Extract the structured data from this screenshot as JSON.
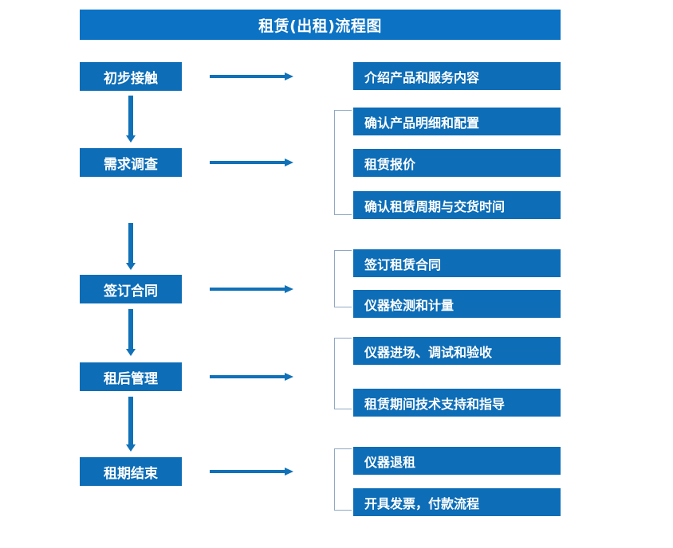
{
  "title": "租赁(出租)流程图",
  "colors": {
    "title_bar": "#0B72C4",
    "box": "#0D6DB7",
    "arrow": "#1071B8",
    "bracket": "#8FA9C4",
    "text": "#FFFFFF",
    "background": "#FFFFFF"
  },
  "stages": [
    {
      "label": "初步接触"
    },
    {
      "label": "需求调查"
    },
    {
      "label": "签订合同"
    },
    {
      "label": "租后管理"
    },
    {
      "label": "租期结束"
    }
  ],
  "details": [
    {
      "label": "介绍产品和服务内容"
    },
    {
      "label": "确认产品明细和配置"
    },
    {
      "label": "租赁报价"
    },
    {
      "label": "确认租赁周期与交货时间"
    },
    {
      "label": "签订租赁合同"
    },
    {
      "label": "仪器检测和计量"
    },
    {
      "label": "仪器进场、调试和验收"
    },
    {
      "label": "租赁期间技术支持和指导"
    },
    {
      "label": "仪器退租"
    },
    {
      "label": "开具发票，付款流程"
    }
  ],
  "connectors": {
    "vertical_arrow_icon": "arrow-down-icon",
    "horizontal_arrow_icon": "arrow-right-icon",
    "bracket_icon": "bracket-icon"
  }
}
